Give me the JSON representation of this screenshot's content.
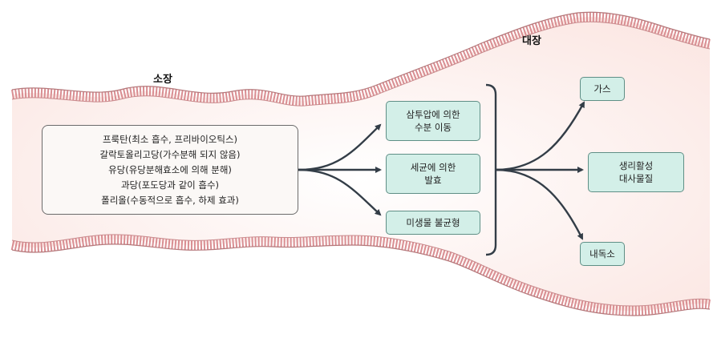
{
  "labels": {
    "small_intestine": "소장",
    "large_intestine": "대장"
  },
  "sources": [
    "프룩탄(최소 흡수, 프리바이오틱스)",
    "갈락토올리고당(가수분해 되지 않음)",
    "유당(유당분해효소에 의해 분해)",
    "과당(포도당과 같이 흡수)",
    "폴리올(수동적으로 흡수, 하제 효과)"
  ],
  "mechanisms": [
    {
      "line1": "삼투압에 의한",
      "line2": "수분 이동"
    },
    {
      "line1": "세균에 의한",
      "line2": "발효"
    },
    {
      "line1": "미생물 불균형",
      "line2": ""
    }
  ],
  "outcomes": [
    {
      "line1": "가스",
      "line2": ""
    },
    {
      "line1": "생리활성",
      "line2": "대사물질"
    },
    {
      "line1": "내독소",
      "line2": ""
    }
  ],
  "colors": {
    "lumen_fill": "#fdf1ee",
    "wall_stroke": "#b5787b",
    "villi": "#d98e92",
    "box_fill": "#d3efe8",
    "box_border": "#5f8f86",
    "arrow": "#333d47"
  }
}
